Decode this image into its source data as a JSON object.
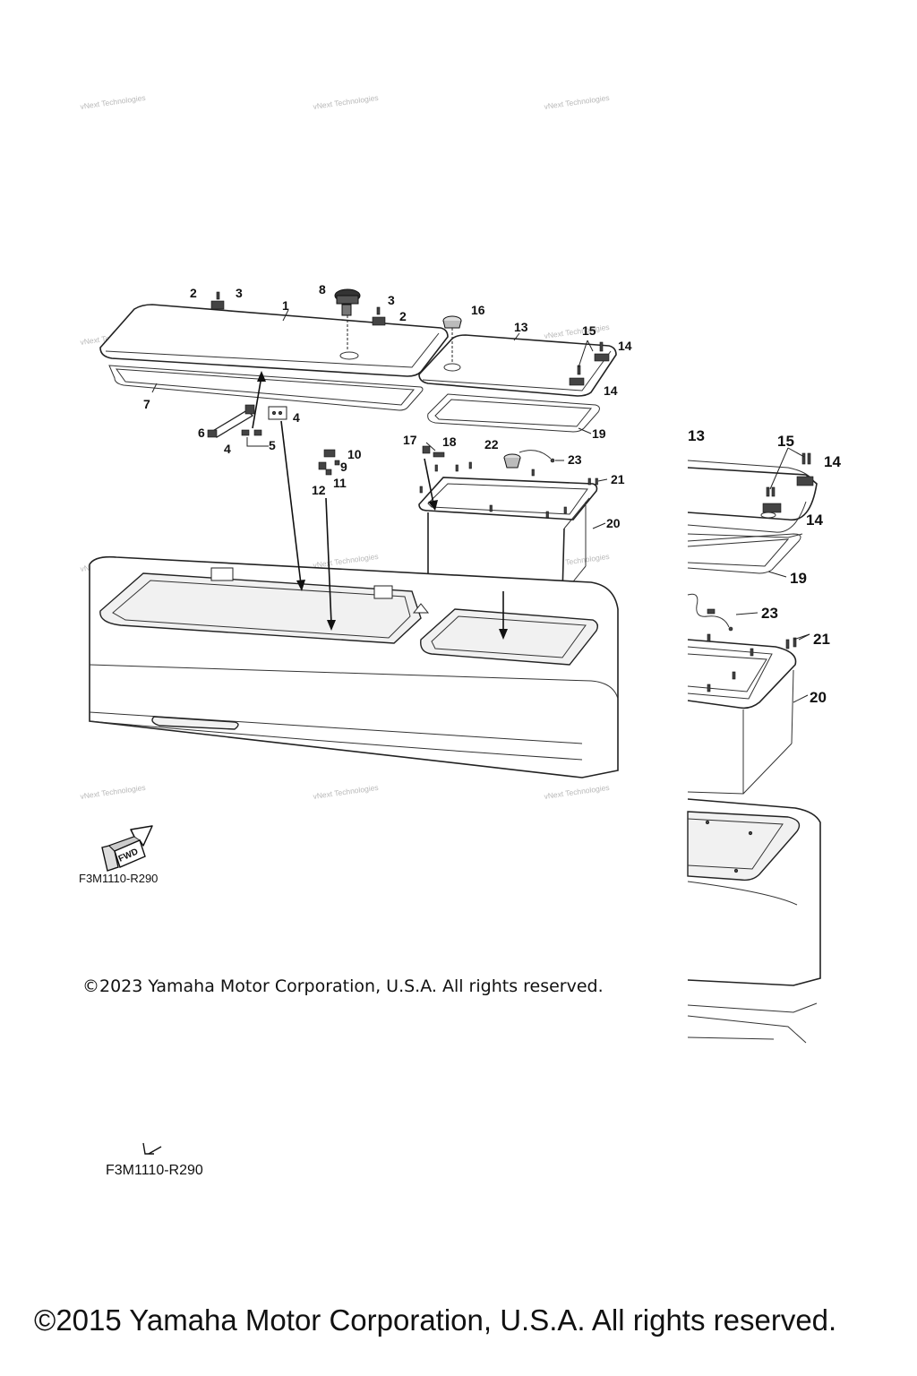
{
  "watermark": "vNext Technologies",
  "fwd_badge": "FWD",
  "diagram_codes": [
    "F3M1110-R290",
    "F3M1110-R290"
  ],
  "copyrights": [
    "©2023 Yamaha Motor Corporation, U.S.A. All rights reserved.",
    "©2015 Yamaha Motor Corporation, U.S.A. All rights reserved."
  ],
  "callouts": [
    "1",
    "2",
    "3",
    "4",
    "5",
    "6",
    "7",
    "8",
    "9",
    "10",
    "11",
    "12",
    "13",
    "14",
    "15",
    "16",
    "17",
    "18",
    "19",
    "20",
    "21",
    "22",
    "23"
  ],
  "inset_callouts": [
    "13",
    "14",
    "15",
    "19",
    "20",
    "21",
    "23"
  ]
}
